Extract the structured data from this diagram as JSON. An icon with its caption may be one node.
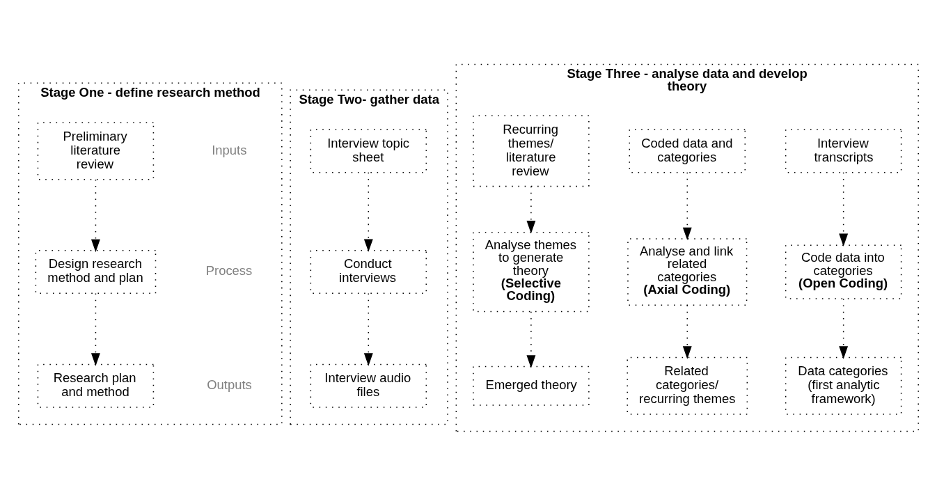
{
  "diagram": {
    "nodes": [
      {
        "text": [
          "Stage One - define research method"
        ]
      },
      {
        "text": [
          "Preliminary literature review"
        ],
        "in": 0
      },
      {
        "text": [
          "Design research method and plan"
        ],
        "in": 0
      },
      {
        "text": [
          "Research plan and method"
        ],
        "in": 0
      },
      {
        "text": [
          "Stage Two- gather data"
        ]
      },
      {
        "text": [
          "Interview topic sheet"
        ],
        "in": 4
      },
      {
        "text": [
          "Conduct interviews"
        ],
        "in": 4
      },
      {
        "text": [
          "Interview audio files"
        ],
        "in": 4
      },
      {
        "text": [
          "Stage Three - analyse data and develop theory"
        ]
      },
      {
        "text": [
          "Interview transcripts"
        ],
        "in": 8
      },
      {
        "text": [
          "Coded data and categories"
        ],
        "in": 8
      },
      {
        "text": [
          "Recurring themes/ literature review"
        ],
        "in": 8
      },
      {
        "text": [
          "Code data into categories **(Open Coding)**"
        ],
        "in": 8
      },
      {
        "text": [
          "Analyse and link related categories **(Axial Coding)**"
        ],
        "in": 8
      },
      {
        "text": [
          "Analyse themes to generate theory **(Selective Coding)**"
        ],
        "in": 8
      },
      {
        "text": [
          "Data categories (first analytic framework)"
        ],
        "in": 8
      },
      {
        "text": [
          "Related categories/ recurring themes"
        ],
        "in": 8
      },
      {
        "text": [
          "Emerged theory"
        ],
        "in": 8
      }
    ],
    "edges": [
      {
        "from": 1,
        "to": 2,
        "arrow": "to"
      },
      {
        "from": 2,
        "to": 3,
        "arrow": "to"
      },
      {
        "from": 5,
        "to": 6,
        "arrow": "to"
      },
      {
        "from": 6,
        "to": 7,
        "arrow": "to"
      },
      {
        "from": 9,
        "to": 12,
        "arrow": "to"
      },
      {
        "from": 12,
        "to": 15,
        "arrow": "to"
      },
      {
        "from": 10,
        "to": 13,
        "arrow": "to"
      },
      {
        "from": 13,
        "to": 16,
        "arrow": "to"
      },
      {
        "from": 11,
        "to": 14,
        "arrow": "to"
      },
      {
        "from": 14,
        "to": 17,
        "arrow": "to"
      }
    ],
    "labels": [
      "Inputs",
      "Process",
      "Outputs"
    ]
  }
}
